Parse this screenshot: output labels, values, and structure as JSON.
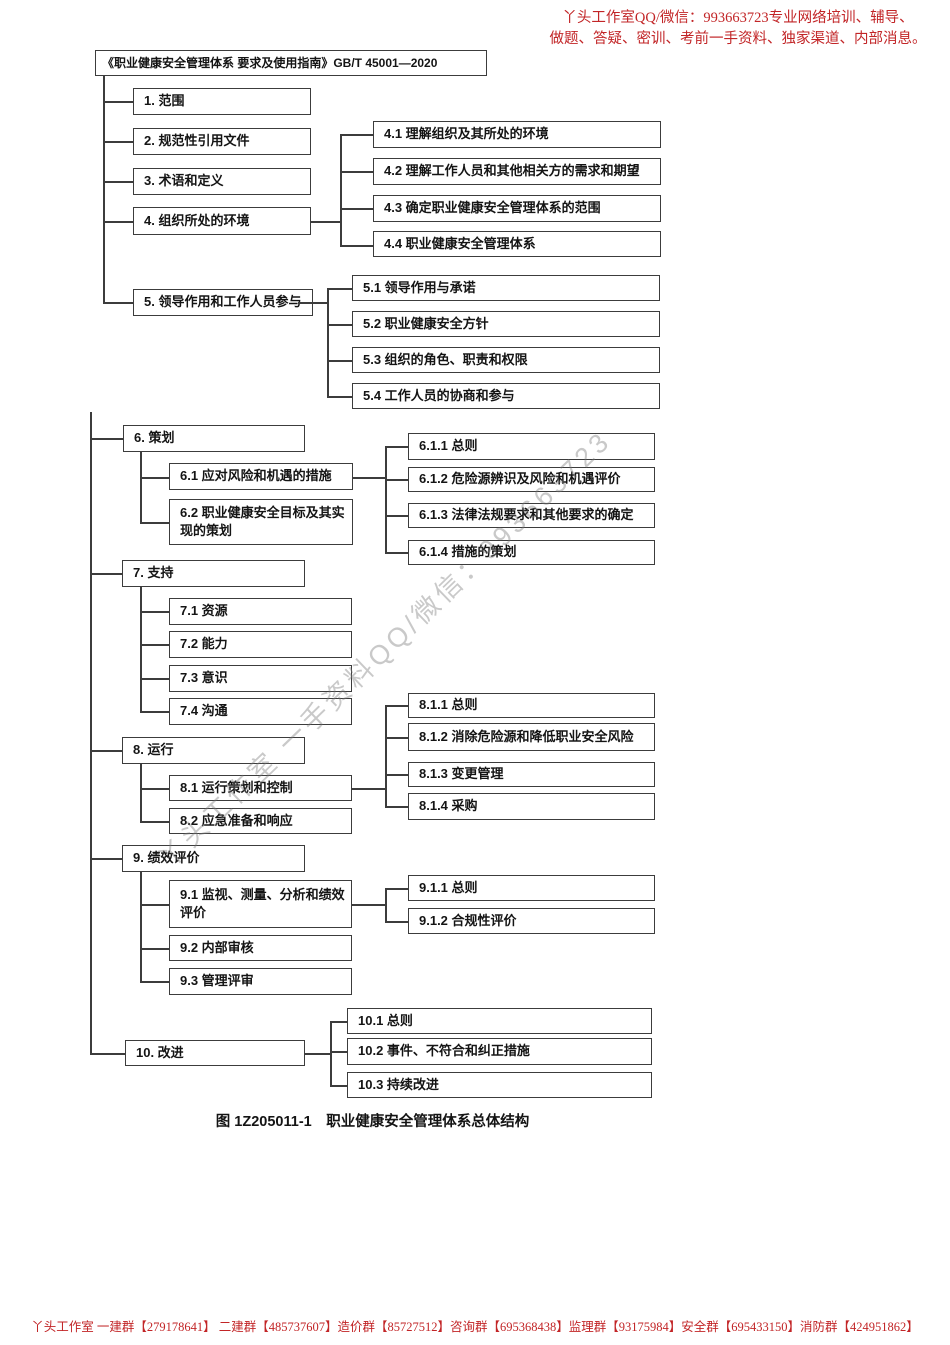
{
  "watermark_top": {
    "line1": "丫头工作室QQ/微信：993663723专业网络培训、辅导、",
    "line2": "做题、答疑、密训、考前一手资料、独家渠道、内部消息。"
  },
  "watermark_diagonal": {
    "text": "丫头工作室 一手资料QQ/微信：993663723"
  },
  "diagram": {
    "caption": "图 1Z205011-1　职业健康安全管理体系总体结构",
    "nodes": [
      {
        "id": "title",
        "label": "《职业健康安全管理体系 要求及使用指南》GB/T 45001—2020"
      },
      {
        "id": "n1",
        "label": "1. 范围"
      },
      {
        "id": "n2",
        "label": "2. 规范性引用文件"
      },
      {
        "id": "n3",
        "label": "3. 术语和定义"
      },
      {
        "id": "n4",
        "label": "4. 组织所处的环境"
      },
      {
        "id": "n4_1",
        "label": "4.1 理解组织及其所处的环境"
      },
      {
        "id": "n4_2",
        "label": "4.2 理解工作人员和其他相关方的需求和期望"
      },
      {
        "id": "n4_3",
        "label": "4.3 确定职业健康安全管理体系的范围"
      },
      {
        "id": "n4_4",
        "label": "4.4 职业健康安全管理体系"
      },
      {
        "id": "n5",
        "label": "5. 领导作用和工作人员参与"
      },
      {
        "id": "n5_1",
        "label": "5.1 领导作用与承诺"
      },
      {
        "id": "n5_2",
        "label": "5.2 职业健康安全方针"
      },
      {
        "id": "n5_3",
        "label": "5.3 组织的角色、职责和权限"
      },
      {
        "id": "n5_4",
        "label": "5.4 工作人员的协商和参与"
      },
      {
        "id": "n6",
        "label": "6. 策划"
      },
      {
        "id": "n6_1",
        "label": "6.1 应对风险和机遇的措施"
      },
      {
        "id": "n6_2",
        "label": "6.2 职业健康安全目标及其实现的策划"
      },
      {
        "id": "n6_1_1",
        "label": "6.1.1 总则"
      },
      {
        "id": "n6_1_2",
        "label": "6.1.2 危险源辨识及风险和机遇评价"
      },
      {
        "id": "n6_1_3",
        "label": "6.1.3 法律法规要求和其他要求的确定"
      },
      {
        "id": "n6_1_4",
        "label": "6.1.4 措施的策划"
      },
      {
        "id": "n7",
        "label": "7. 支持"
      },
      {
        "id": "n7_1",
        "label": "7.1 资源"
      },
      {
        "id": "n7_2",
        "label": "7.2 能力"
      },
      {
        "id": "n7_3",
        "label": "7.3 意识"
      },
      {
        "id": "n7_4",
        "label": "7.4 沟通"
      },
      {
        "id": "n8",
        "label": "8. 运行"
      },
      {
        "id": "n8_1",
        "label": "8.1 运行策划和控制"
      },
      {
        "id": "n8_2",
        "label": "8.2 应急准备和响应"
      },
      {
        "id": "n8_1_1",
        "label": "8.1.1 总则"
      },
      {
        "id": "n8_1_2",
        "label": "8.1.2 消除危险源和降低职业安全风险"
      },
      {
        "id": "n8_1_3",
        "label": "8.1.3 变更管理"
      },
      {
        "id": "n8_1_4",
        "label": "8.1.4 采购"
      },
      {
        "id": "n9",
        "label": "9. 绩效评价"
      },
      {
        "id": "n9_1",
        "label": "9.1 监视、测量、分析和绩效评价"
      },
      {
        "id": "n9_2",
        "label": "9.2 内部审核"
      },
      {
        "id": "n9_3",
        "label": "9.3 管理评审"
      },
      {
        "id": "n9_1_1",
        "label": "9.1.1 总则"
      },
      {
        "id": "n9_1_2",
        "label": "9.1.2 合规性评价"
      },
      {
        "id": "n10",
        "label": "10. 改进"
      },
      {
        "id": "n10_1",
        "label": "10.1 总则"
      },
      {
        "id": "n10_2",
        "label": "10.2 事件、不符合和纠正措施"
      },
      {
        "id": "n10_3",
        "label": "10.3 持续改进"
      }
    ]
  },
  "footer": {
    "text": "丫头工作室 一建群【279178641】 二建群【485737607】造价群【85727512】咨询群【695368438】监理群【93175984】安全群【695433150】消防群【424951862】"
  },
  "colors": {
    "watermark_red": "#c22527",
    "line_dark": "#3c3c3c",
    "watermark_gray": "#787878"
  }
}
